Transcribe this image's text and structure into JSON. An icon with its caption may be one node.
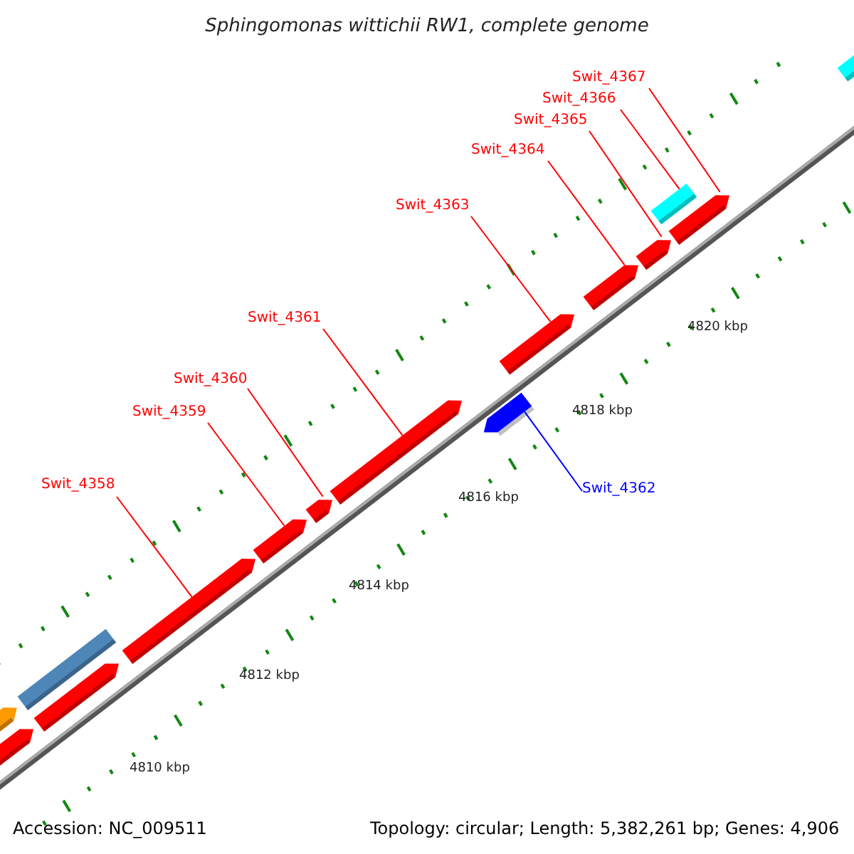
{
  "diagram": {
    "title": "Sphingomonas wittichii RW1, complete genome",
    "nodes": [
      {
        "text": [],
        "shape": "bar"
      },
      {
        "text": [],
        "shape": "bar"
      },
      {
        "text": [],
        "shape": "bar"
      },
      {
        "text": [],
        "shape": "bar"
      },
      {
        "text": [],
        "shape": "bar"
      },
      {
        "text": [],
        "shape": "bar"
      },
      {
        "text": [],
        "shape": "bar"
      },
      {
        "text": [],
        "shape": "bar"
      },
      {
        "text": [],
        "shape": "bar"
      },
      {
        "text": [],
        "shape": "bar"
      },
      {
        "text": [],
        "shape": "bar"
      },
      {
        "text": [],
        "shape": "bar"
      },
      {
        "text": [],
        "shape": "bar"
      },
      {
        "text": [],
        "shape": "bar"
      },
      {
        "text": [],
        "shape": "bar"
      },
      {
        "text": [
          "Swit_4367"
        ]
      },
      {
        "text": [
          "Swit_4366"
        ]
      },
      {
        "text": [
          "Swit_4365"
        ]
      },
      {
        "text": [
          "Swit_4364"
        ]
      },
      {
        "text": [
          "Swit_4363"
        ]
      },
      {
        "text": [
          "Swit_4361"
        ]
      },
      {
        "text": [
          "Swit_4360"
        ]
      },
      {
        "text": [
          "Swit_4359"
        ]
      },
      {
        "text": [
          "Swit_4358"
        ]
      },
      {
        "text": [
          "Swit_4362"
        ]
      }
    ],
    "edges": [
      {
        "from": 15,
        "to": 13,
        "arrow": "none"
      },
      {
        "from": 16,
        "to": 12,
        "arrow": "none"
      },
      {
        "from": 17,
        "to": 11,
        "arrow": "none"
      },
      {
        "from": 18,
        "to": 10,
        "arrow": "none"
      },
      {
        "from": 19,
        "to": 9,
        "arrow": "none"
      },
      {
        "from": 20,
        "to": 7,
        "arrow": "none"
      },
      {
        "from": 21,
        "to": 6,
        "arrow": "none"
      },
      {
        "from": 22,
        "to": 5,
        "arrow": "none"
      },
      {
        "from": 23,
        "to": 4,
        "arrow": "none"
      },
      {
        "from": 24,
        "to": 8,
        "arrow": "none",
        "color": "#0000ff"
      }
    ],
    "labels": [
      "4820 kbp",
      "4818 kbp",
      "4816 kbp",
      "4814 kbp",
      "4812 kbp",
      "4810 kbp",
      "Accession: NC_009511",
      "Topology: circular; Length: 5,382,261 bp; Genes: 4,906"
    ]
  }
}
